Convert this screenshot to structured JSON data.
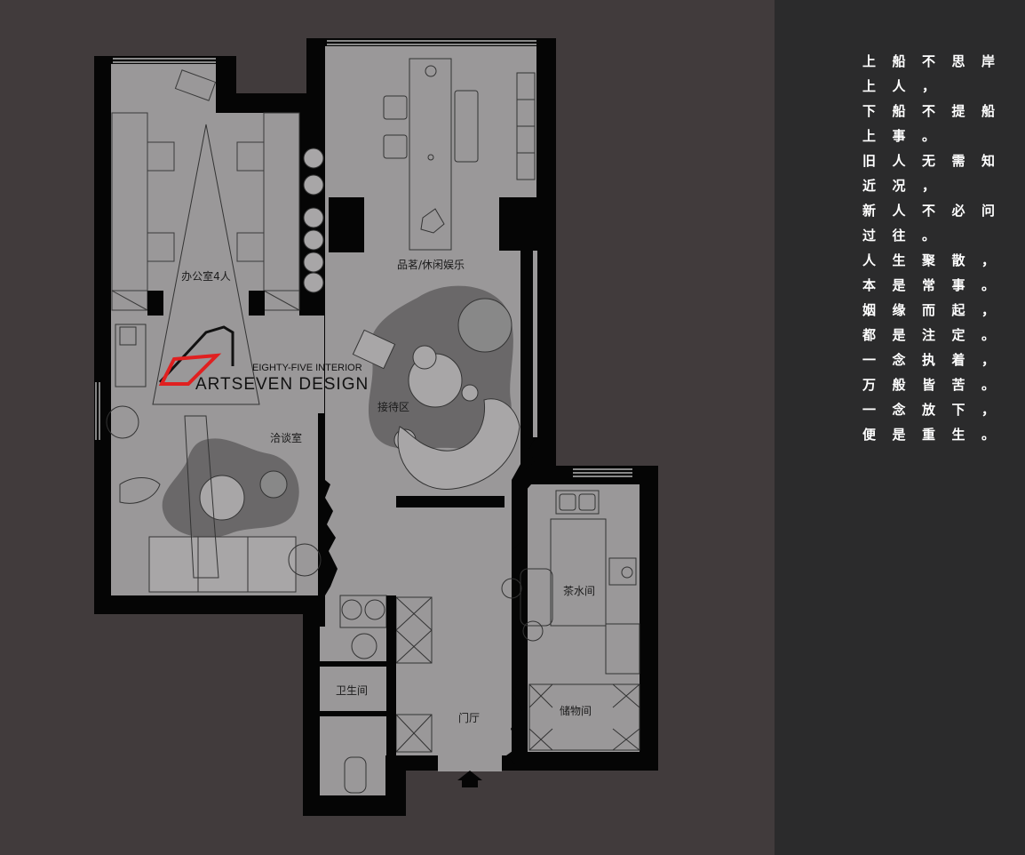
{
  "rooms": {
    "office": "办公室4人",
    "tea_lounge": "品茗/休闲娱乐",
    "reception": "接待区",
    "meeting": "洽谈室",
    "pantry": "茶水间",
    "toilet": "卫生间",
    "storage": "储物间",
    "foyer": "门厅"
  },
  "logo": {
    "subtitle": "EIGHTY-FIVE INTERIOR",
    "name": "ARTSEVEN DESIGN",
    "accent_color": "#e02020"
  },
  "poem": [
    "上船不思岸",
    "上人，",
    "下船不提船",
    "上事。",
    "旧人无需知",
    "近况，",
    "新人不必问",
    "过往。",
    "人生聚散，",
    "本是常事。",
    "姻缘而起，",
    "都是注定。",
    "一念执着，",
    "万般皆苦。",
    "一念放下，",
    "便是重生。"
  ],
  "colors": {
    "background": "#413b3c",
    "floor": "#9a9899",
    "wall": "#050505",
    "rug": "#6a6869",
    "panel": "#2b2b2c",
    "poem_text": "#ffffff"
  }
}
